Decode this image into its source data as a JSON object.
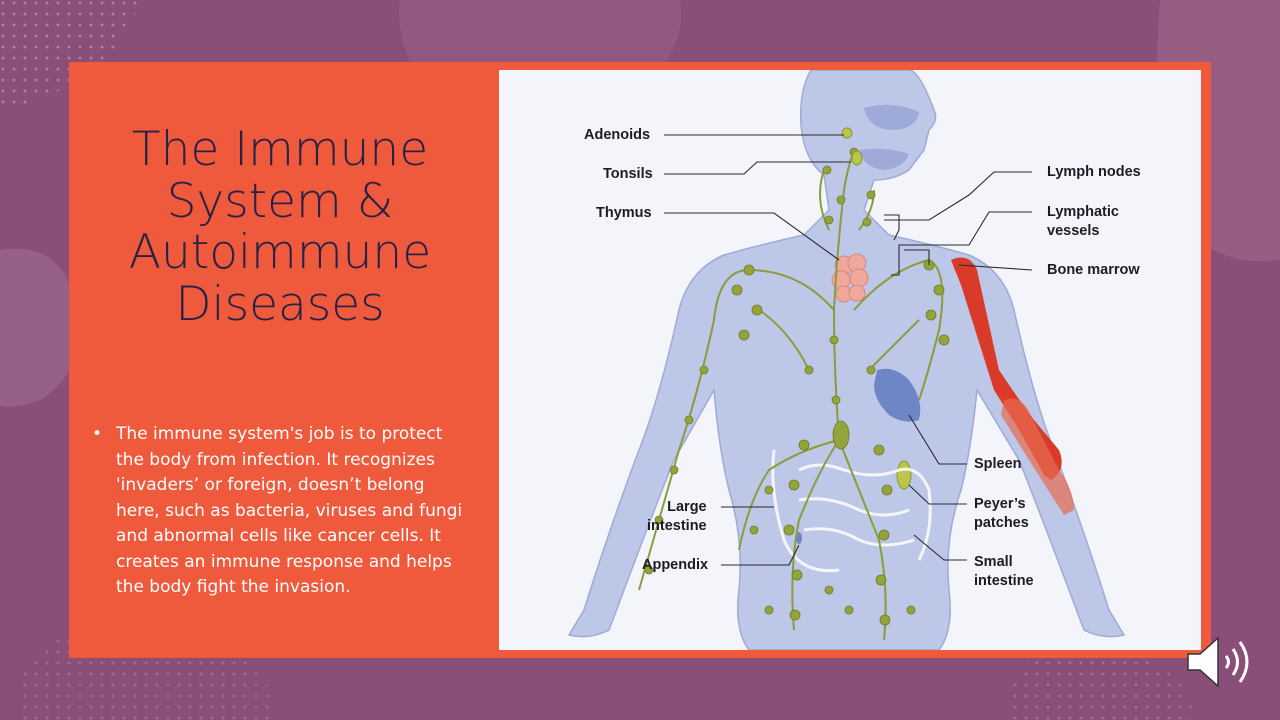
{
  "slide": {
    "title_lines": [
      "The Immune",
      "System &",
      "Autoimmune",
      "Diseases"
    ],
    "bullet": "The immune system's job is to protect the body from infection. It recognizes 'invaders’ or foreign, doesn’t belong here, such as bacteria, viruses and fungi and abnormal cells like cancer cells. It creates an immune response and helps the body fight the invasion."
  },
  "diagram": {
    "labels": {
      "adenoids": "Adenoids",
      "tonsils": "Tonsils",
      "thymus": "Thymus",
      "large_intestine": [
        "Large",
        "intestine"
      ],
      "appendix": "Appendix",
      "lymph_nodes": "Lymph nodes",
      "lymphatic_vessels": [
        "Lymphatic",
        "vessels"
      ],
      "bone_marrow": "Bone marrow",
      "spleen": "Spleen",
      "peyers_patches": [
        "Peyer’s",
        "patches"
      ],
      "small_intestine": [
        "Small",
        "intestine"
      ]
    }
  },
  "colors": {
    "background": "#8a4f78",
    "panel": "#ef5a3d",
    "title": "#2a2246",
    "body_silhouette": "#b8c3e6",
    "lymph_node": "#93a53a",
    "thymus": "#f0a89c",
    "spleen": "#6f86c6",
    "bone": "#d93a2a"
  },
  "icons": {
    "audio": "speaker-icon"
  }
}
